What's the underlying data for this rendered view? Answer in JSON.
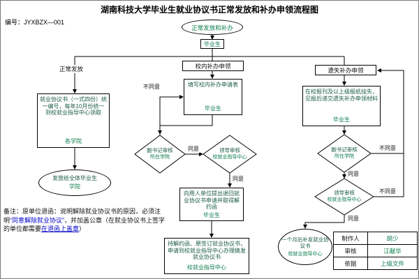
{
  "header": {
    "code": "编号：JYXBZX—001",
    "title": "湖南科技大学毕业生就业协议书正常发放和补办申领流程图"
  },
  "flow": {
    "start": "正常发放和补办",
    "start_role": "毕业生",
    "branch_left": "正常发放",
    "branch_mid": "校内补办申领",
    "branch_right": "遗失补办申领",
    "left_box": {
      "text": "就业协议书（一式四份）统一编号，每年10月份统一到校就业指导中心领取",
      "role": "各学院"
    },
    "left_oval": {
      "text": "发放给全体毕业生",
      "role": "学院"
    },
    "mid_box1": {
      "text": "填写校内补办申请表",
      "role": "毕业生"
    },
    "mid_diamond1": {
      "text": "副书记审核",
      "role": "所在学院"
    },
    "mid_diamond2": {
      "text": "领导审核",
      "role": "校就业指导中心"
    },
    "mid_box2": {
      "text": "向用人单位提出退回就业协议书申请并取得解约函",
      "role": "毕业生"
    },
    "mid_box3": {
      "text": "持解约函、原签订就业协议书，申请到校就业指导中心办理换发就业协议书",
      "role": "校就业指导中心"
    },
    "right_box1": {
      "text": "在校报刊及以上级报纸挂失，见报后递交遗失补办申领材料",
      "role": "毕业生"
    },
    "right_diamond1": {
      "text": "副书记审核",
      "role": "所在学院"
    },
    "right_diamond2": {
      "text": "领导审核",
      "role": "校就业指导中心"
    },
    "right_oval": {
      "text": "一个月后补发就业协议书",
      "role": "校就业指导中心"
    }
  },
  "labels": {
    "agree": "同意",
    "disagree": "不同意"
  },
  "note": {
    "segments": [
      "备注：原单位退函：说明解除就业协议书的原因，必须注明",
      "“同意解除就业协议”",
      "，并加盖公章（在就业协议书上签字的单位都需要",
      "在退函上盖章",
      "）"
    ]
  },
  "table": {
    "rows": [
      {
        "k": "制作人",
        "v": "胡少"
      },
      {
        "k": "审核",
        "v": "江献华"
      },
      {
        "k": "依据",
        "v": "上级文件"
      }
    ]
  },
  "colors": {
    "node_text": "#1a5c42",
    "role_text": "#0c7d4f",
    "accent_blue": "#0000cc"
  }
}
